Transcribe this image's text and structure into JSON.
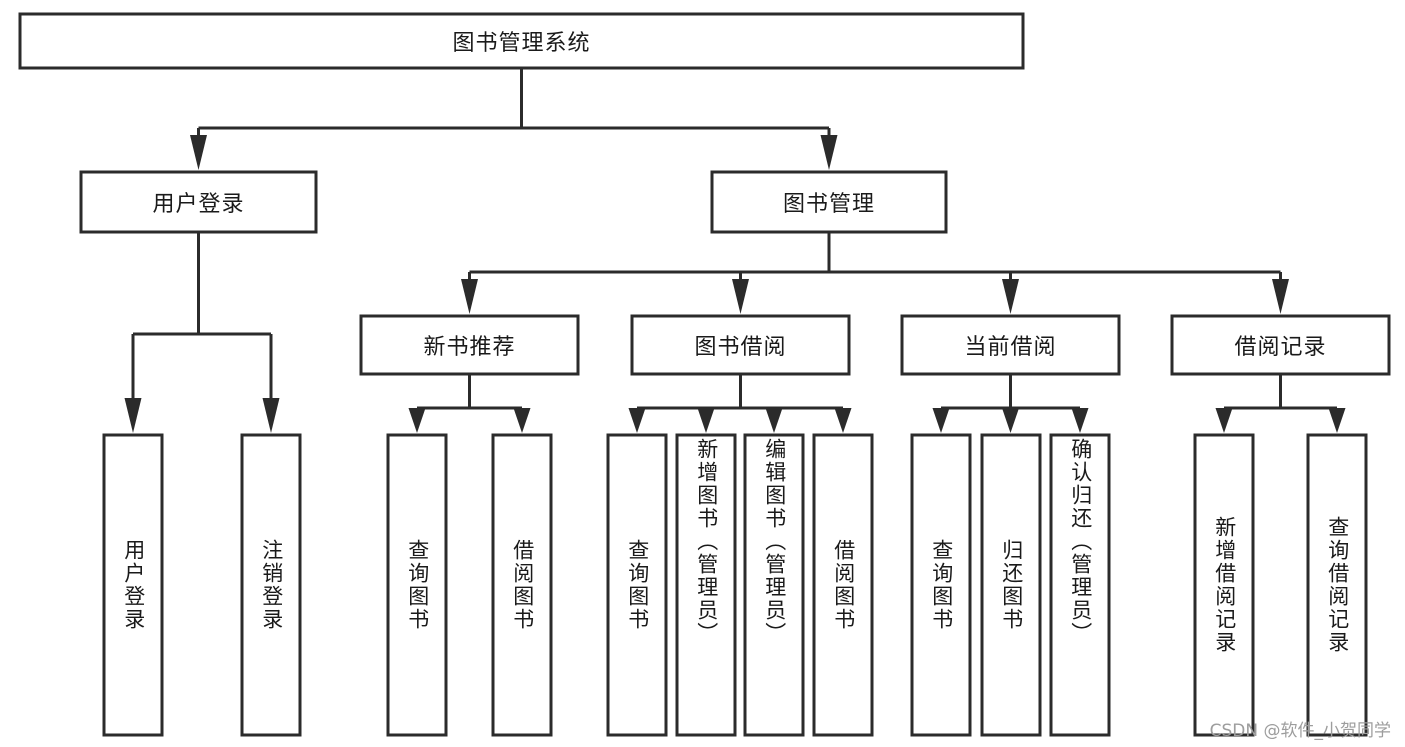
{
  "diagram": {
    "kind": "tree-structure-chart",
    "root": {
      "label": "图书管理系统"
    },
    "level2": [
      {
        "label": "用户登录"
      },
      {
        "label": "图书管理"
      }
    ],
    "level3": [
      {
        "label": "新书推荐"
      },
      {
        "label": "图书借阅"
      },
      {
        "label": "当前借阅"
      },
      {
        "label": "借阅记录"
      }
    ],
    "leaves": {
      "user_login": [
        {
          "label": "用户登录"
        },
        {
          "label": "注销登录"
        }
      ],
      "new_book_recommend": [
        {
          "label": "查询图书"
        },
        {
          "label": "借阅图书"
        }
      ],
      "book_borrow": [
        {
          "label": "查询图书"
        },
        {
          "label": "新增图书（管理员）"
        },
        {
          "label": "编辑图书（管理员）"
        },
        {
          "label": "借阅图书"
        }
      ],
      "current_borrow": [
        {
          "label": "查询图书"
        },
        {
          "label": "归还图书"
        },
        {
          "label": "确认归还（管理员）"
        }
      ],
      "borrow_record": [
        {
          "label": "新增借阅记录"
        },
        {
          "label": "查询借阅记录"
        }
      ]
    },
    "colors": {
      "stroke": "#2b2b2b",
      "fill": "#ffffff",
      "text": "#1a1a1a",
      "watermark": "#9d9d9d"
    }
  },
  "watermark": {
    "text": "CSDN @软件_小贺同学"
  }
}
